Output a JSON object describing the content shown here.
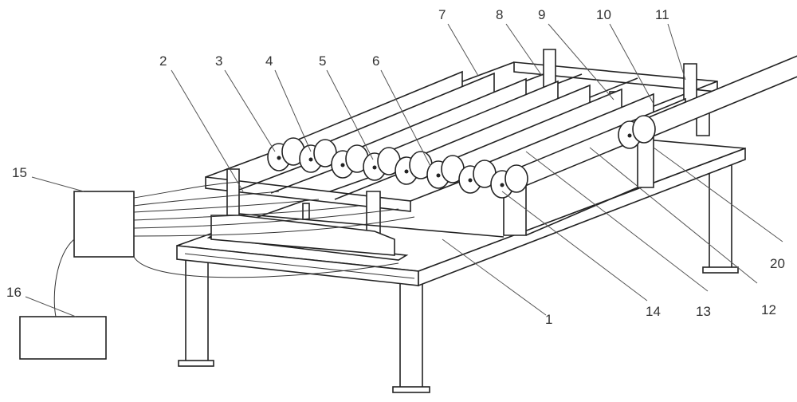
{
  "figure": {
    "labels": {
      "l1": "1",
      "l2": "2",
      "l3": "3",
      "l4": "4",
      "l5": "5",
      "l6": "6",
      "l7": "7",
      "l8": "8",
      "l9": "9",
      "l10": "10",
      "l11": "11",
      "l12": "12",
      "l13": "13",
      "l14": "14",
      "l15": "15",
      "l16": "16",
      "l20": "20"
    }
  }
}
